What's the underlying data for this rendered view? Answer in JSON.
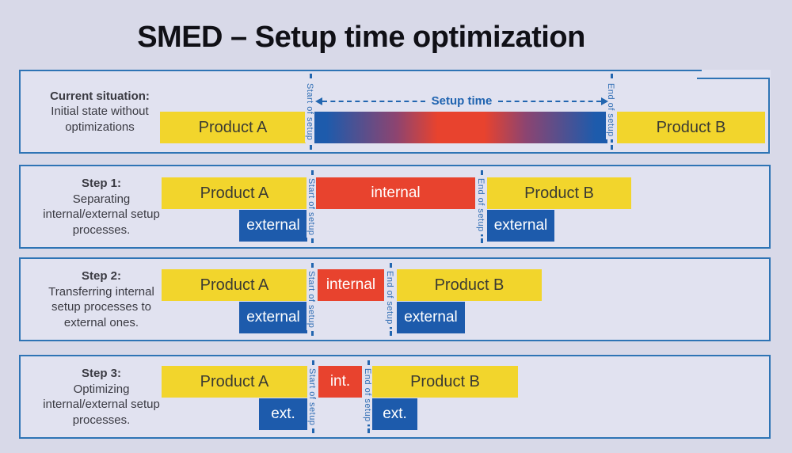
{
  "page": {
    "title": "SMED – Setup time optimization"
  },
  "colors": {
    "background": "#d8d9e8",
    "panel_background": "#e1e2f0",
    "panel_border": "#2e74b5",
    "product_yellow": "#f2d52c",
    "internal_red": "#e8432e",
    "external_blue": "#1d5bac",
    "accent_blue_text": "#2266b0"
  },
  "labels": {
    "product_a": "Product A",
    "product_b": "Product B",
    "internal": "internal",
    "external": "external",
    "int_short": "int.",
    "ext_short": "ext.",
    "start_of_setup": "Start of setup",
    "end_of_setup": "End of setup",
    "setup_time": "Setup time"
  },
  "panels": [
    {
      "heading": "Current situation:",
      "description": "Initial state without optimizations"
    },
    {
      "heading": "Step 1:",
      "description": "Separating internal/external setup processes."
    },
    {
      "heading": "Step 2:",
      "description": "Transferring internal setup processes to external ones."
    },
    {
      "heading": "Step 3:",
      "description": "Optimizing internal/external setup processes."
    }
  ]
}
